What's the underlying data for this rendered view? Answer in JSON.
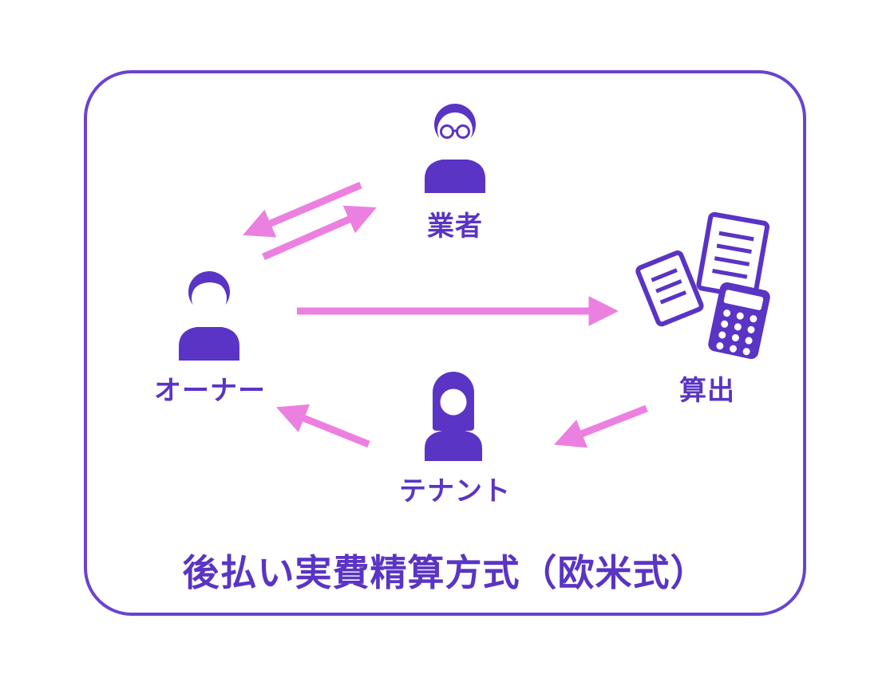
{
  "title": "後払い実費精算方式（欧米式）",
  "nodes": {
    "vendor": {
      "label": "業者"
    },
    "owner": {
      "label": "オーナー"
    },
    "calculation": {
      "label": "算出"
    },
    "tenant": {
      "label": "テナント"
    }
  },
  "arrows": [
    {
      "name": "vendor-to-owner",
      "direction": "down-left"
    },
    {
      "name": "owner-to-vendor",
      "direction": "up-right"
    },
    {
      "name": "owner-to-calculation",
      "direction": "right"
    },
    {
      "name": "calculation-to-tenant",
      "direction": "down-left"
    },
    {
      "name": "tenant-to-owner",
      "direction": "up-left"
    }
  ],
  "colors": {
    "primary_purple": "#5a34c4",
    "border_purple": "#6943d1",
    "arrow_pink": "#ec80e0",
    "background": "#ffffff"
  }
}
